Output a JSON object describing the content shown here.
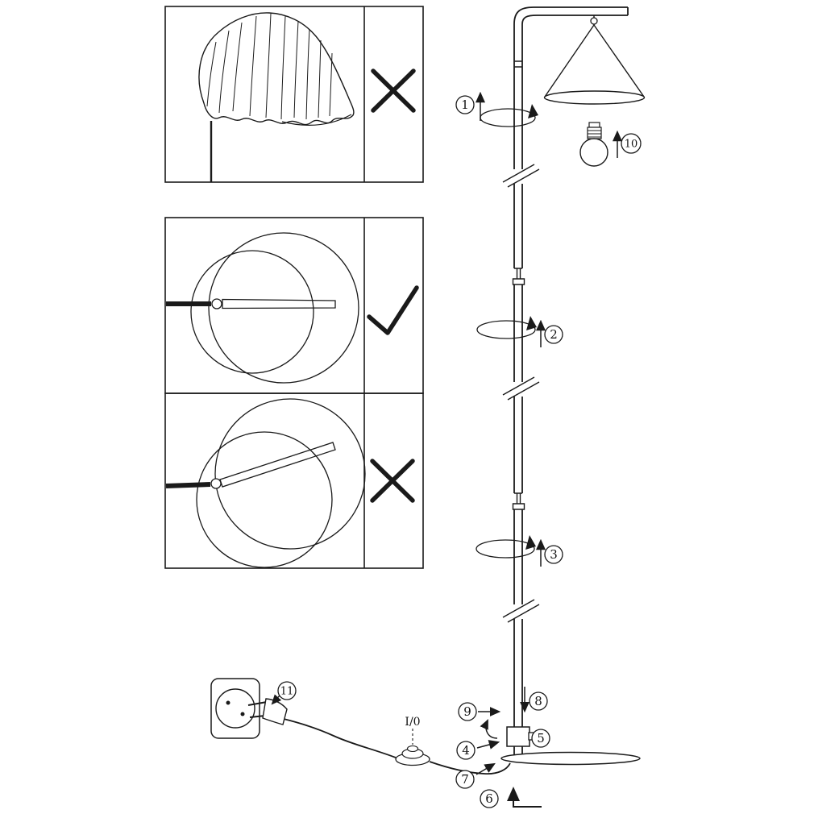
{
  "diagram": {
    "title": "floor-lamp-assembly-instructions",
    "background_color": "#ffffff",
    "line_color": "#1a1a1a"
  },
  "callouts": {
    "c1": "1",
    "c2": "2",
    "c3": "3",
    "c4": "4",
    "c5": "5",
    "c6": "6",
    "c7": "7",
    "c8": "8",
    "c9": "9",
    "c10": "10",
    "c11": "11"
  },
  "switch": {
    "label": "I/0"
  },
  "panels": [
    {
      "id": 1,
      "icon": "cross-icon"
    },
    {
      "id": 2,
      "icon": "check-icon"
    },
    {
      "id": 3,
      "icon": "cross-icon"
    }
  ]
}
